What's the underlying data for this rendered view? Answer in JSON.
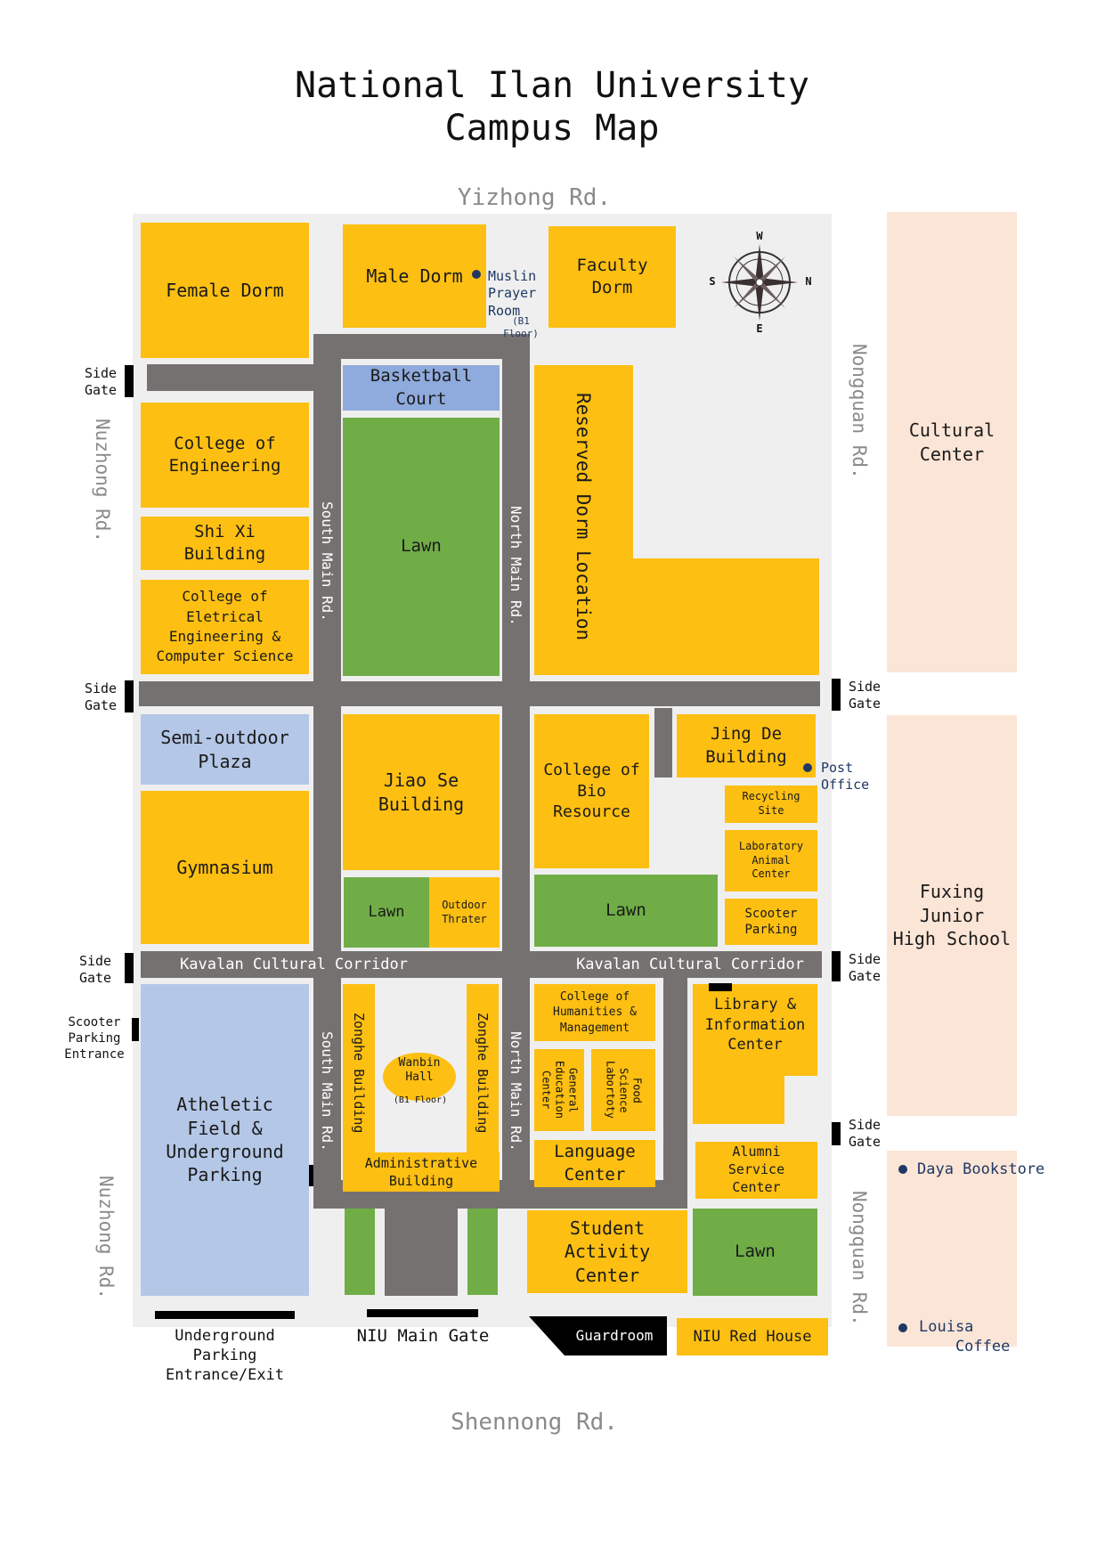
{
  "title": {
    "line1": "National Ilan University",
    "line2": "Campus Map"
  },
  "roads": {
    "yizhong": "Yizhong Rd.",
    "shennong": "Shennong Rd.",
    "nuzhong": "Nuzhong Rd.",
    "nongquan": "Nongquan Rd.",
    "south_main": "South Main Rd.",
    "north_main": "North Main Rd.",
    "kavalan": "Kavalan Cultural Corridor"
  },
  "buildings": {
    "female_dorm": "Female Dorm",
    "male_dorm": "Male Dorm",
    "faculty_dorm": "Faculty\nDorm",
    "basketball": "Basketball\nCourt",
    "engineering": "College of\nEngineering",
    "shixi": "Shi Xi\nBuilding",
    "eecs": "College of\nEletrical\nEngineering &\nComputer Science",
    "reserved_dorm": "Reserved Dorm Location",
    "cultural_center": "Cultural\nCenter",
    "semi_outdoor": "Semi-outdoor\nPlaza",
    "gymnasium": "Gymnasium",
    "jiaose": "Jiao Se\nBuilding",
    "outdoor_theater": "Outdoor\nThrater",
    "bio_resource": "College of\nBio\nResource",
    "jingde": "Jing De\nBuilding",
    "recycling": "Recycling\nSite",
    "lab_animal": "Laboratory\nAnimal\nCenter",
    "scooter_parking_bldg": "Scooter\nParking",
    "fuxing": "Fuxing\nJunior\nHigh School",
    "athletic": "Atheletic\nField &\nUnderground\nParking",
    "zonghe": "Zonghe Building",
    "wanbin": "Wanbin\nHall",
    "b1_floor": "(B1 Floor)",
    "administrative": "Administrative\nBuilding",
    "humanities": "College of\nHumanities &\nManagement",
    "general_edu": "General\nEducation\nCenter",
    "food_science": "Food\nScience\nLabortoty",
    "language": "Language\nCenter",
    "library": "Library &\nInformation\nCenter",
    "alumni": "Alumni\nService\nCenter",
    "student_activity": "Student\nActivity\nCenter",
    "guardroom": "Guardroom",
    "red_house": "NIU Red House",
    "lawn": "Lawn"
  },
  "labels": {
    "muslim_prayer": "Muslin\nPrayer\nRoom",
    "muslim_b1": "(B1 Floor)",
    "post_office": "Post\nOffice",
    "side_gate": "Side\nGate",
    "scooter_entrance": "Scooter\nParking\nEntrance",
    "underground_entrance": "Underground\nParking\nEntrance/Exit",
    "main_gate": "NIU Main Gate",
    "daya": "Daya Bookstore",
    "louisa": "Louisa\n    Coffee"
  },
  "compass": {
    "w": "W",
    "e": "E",
    "s": "S",
    "n": "N"
  },
  "colors": {
    "building": "#fdbf12",
    "lawn": "#70ad47",
    "plaza": "#b4c7e7",
    "court": "#8faadc",
    "offcampus": "#fbe5d6",
    "road": "#767171",
    "campus_ground": "#efefef",
    "label_navy": "#1f3864"
  }
}
